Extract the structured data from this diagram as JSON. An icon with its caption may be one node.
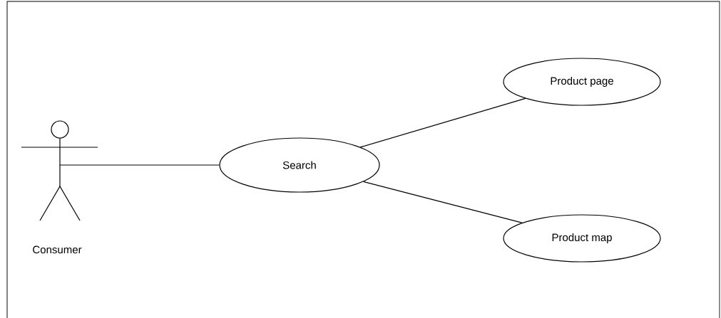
{
  "diagram": {
    "nodes": [
      {
        "text": [],
        "shape": "person",
        "beside": [
          "Consumer"
        ]
      },
      {
        "text": [
          "Search"
        ]
      },
      {
        "text": [
          "Product page"
        ]
      },
      {
        "text": [
          "Product map"
        ]
      }
    ],
    "edges": [
      {
        "from": 0,
        "to": 1,
        "arrow": "none"
      },
      {
        "from": 1,
        "to": 2,
        "arrow": "none"
      },
      {
        "from": 1,
        "to": 3,
        "arrow": "none"
      }
    ]
  }
}
